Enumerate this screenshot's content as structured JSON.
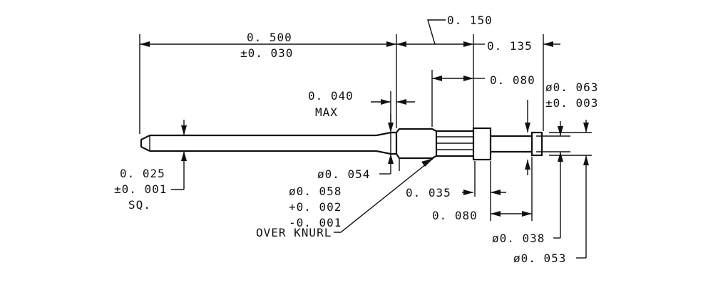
{
  "drawing": {
    "colors": {
      "ink": "#111111",
      "paper": "#ffffff"
    },
    "dimensions": {
      "overall_length": "0. 500",
      "overall_tol": "±0. 030",
      "head_length": "0. 150",
      "tail_length": "0. 135",
      "flange_offset": "0. 080",
      "shoulder_max": "0. 040",
      "shoulder_max_note": "MAX",
      "tail_dia": "ø0. 063",
      "tail_dia_tol": "±0. 003",
      "pin_size": "0. 025",
      "pin_tol": "±0. 001",
      "pin_shape": "SQ.",
      "shoulder_dia": "ø0. 054",
      "knurl_dia": "ø0. 058",
      "knurl_tol_plus": "+0. 002",
      "knurl_tol_minus": "-0. 001",
      "knurl_note": "OVER KNURL",
      "collar_length": "0. 035",
      "tail_offset": "0. 080",
      "neck_dia": "ø0. 038",
      "groove_dia": "ø0. 053"
    }
  }
}
